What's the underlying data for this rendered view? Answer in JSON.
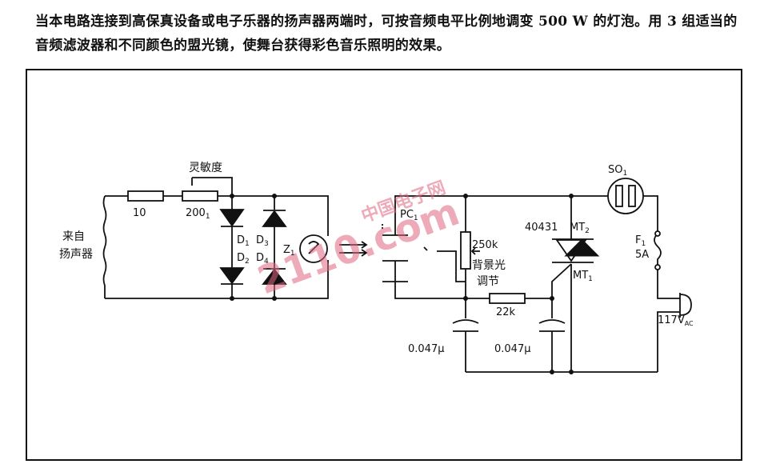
{
  "description": {
    "text": "当本电路连接到高保真设备或电子乐器的扬声器两端时，可按音频电平比例地调变 500 W 的灯泡。用 3 组适当的音频滤波器和不同颜色的盟光镜，使舞台获得彩色音乐照明的效果。"
  },
  "circuit": {
    "input_line1": "来自",
    "input_line2": "扬声器",
    "r1": "10",
    "r2": "200",
    "r2_sub": "1",
    "sensitivity": "灵敏度",
    "d1": "D",
    "d1_sub": "1",
    "d2": "D",
    "d2_sub": "2",
    "d3": "D",
    "d3_sub": "3",
    "d4": "D",
    "d4_sub": "4",
    "z1": "Z",
    "z1_sub": "1",
    "pc1": "PC",
    "pc1_sub": "1",
    "pot": "250k",
    "bg_line1": "背景光",
    "bg_line2": "调节",
    "r3": "22k",
    "c1": "0.047μ",
    "c2": "0.047μ",
    "triac": "40431",
    "mt2": "MT",
    "mt2_sub": "2",
    "mt1": "MT",
    "mt1_sub": "1",
    "so1": "SO",
    "so1_sub": "1",
    "fuse": "F",
    "fuse_sub": "1",
    "fuse_rating": "5A",
    "mains": "117V",
    "mains_sub": "AC"
  },
  "watermark": {
    "top": "中国电子网",
    "bottom": "2110.com"
  }
}
